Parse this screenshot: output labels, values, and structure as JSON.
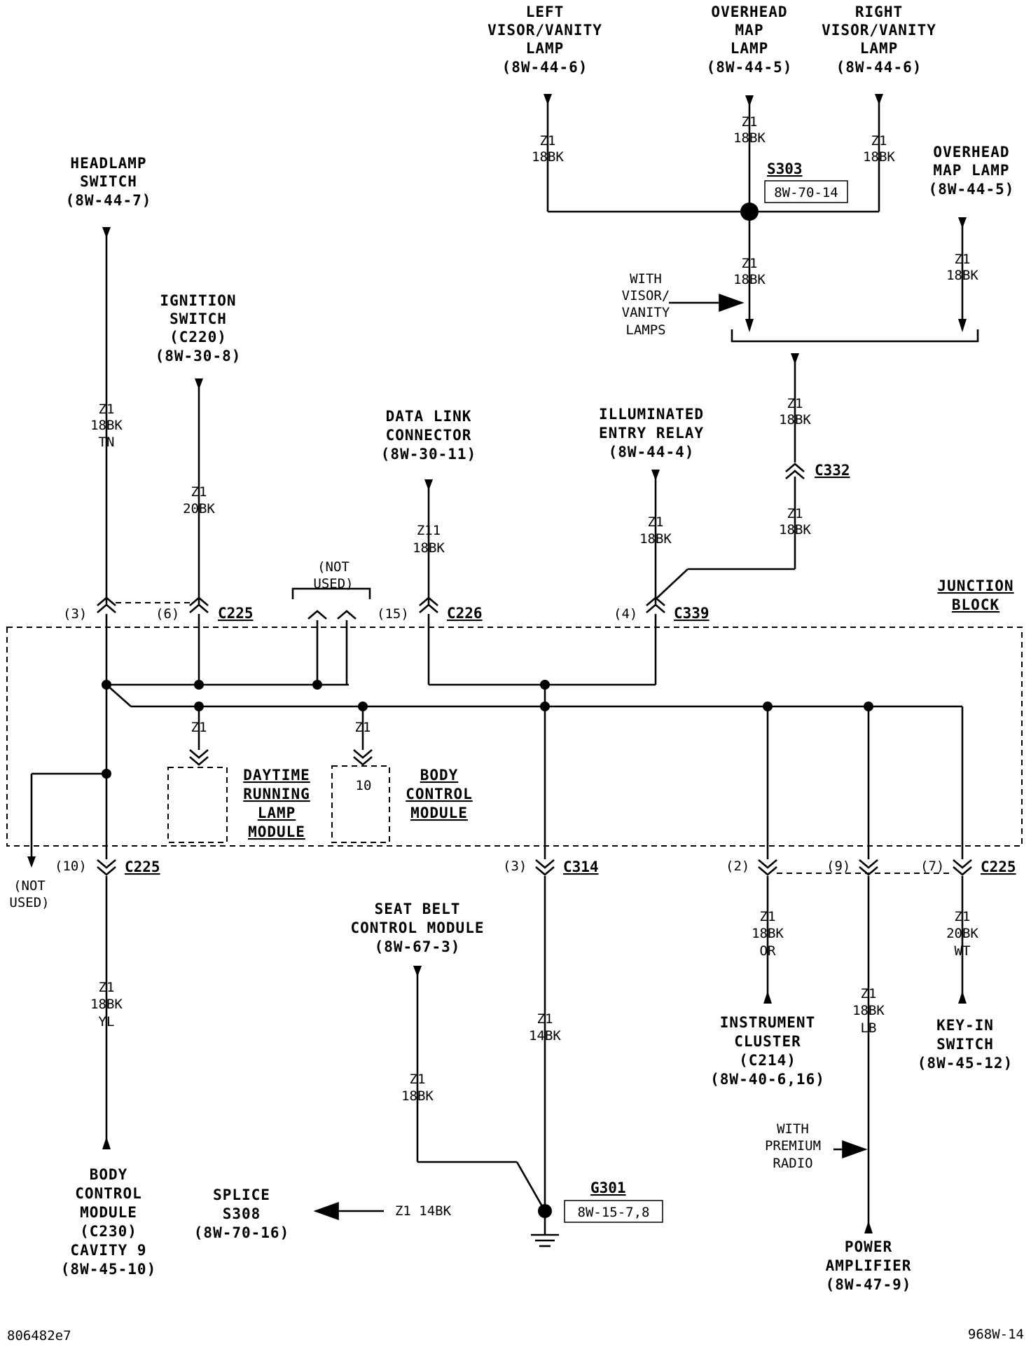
{
  "components": {
    "left_visor": [
      "LEFT",
      "VISOR/VANITY",
      "LAMP",
      "(8W-44-6)"
    ],
    "overhead_map_top": [
      "OVERHEAD",
      "MAP",
      "LAMP",
      "(8W-44-5)"
    ],
    "right_visor": [
      "RIGHT",
      "VISOR/VANITY",
      "LAMP",
      "(8W-44-6)"
    ],
    "overhead_map_right": [
      "OVERHEAD",
      "MAP LAMP",
      "(8W-44-5)"
    ],
    "headlamp_switch": [
      "HEADLAMP",
      "SWITCH",
      "(8W-44-7)"
    ],
    "ignition_switch": [
      "IGNITION",
      "SWITCH",
      "(C220)",
      "(8W-30-8)"
    ],
    "data_link": [
      "DATA LINK",
      "CONNECTOR",
      "(8W-30-11)"
    ],
    "illum_relay": [
      "ILLUMINATED",
      "ENTRY RELAY",
      "(8W-44-4)"
    ],
    "junction_block": [
      "JUNCTION",
      "BLOCK"
    ],
    "drl_module": [
      "DAYTIME",
      "RUNNING",
      "LAMP",
      "MODULE"
    ],
    "bcm_inner": [
      "BODY",
      "CONTROL",
      "MODULE"
    ],
    "bcm_inner_pin": "10",
    "seat_belt": [
      "SEAT BELT",
      "CONTROL MODULE",
      "(8W-67-3)"
    ],
    "instrument_cluster": [
      "INSTRUMENT",
      "CLUSTER",
      "(C214)",
      "(8W-40-6,16)"
    ],
    "key_in": [
      "KEY-IN",
      "SWITCH",
      "(8W-45-12)"
    ],
    "power_amp": [
      "POWER",
      "AMPLIFIER",
      "(8W-47-9)"
    ],
    "bcm_bottom": [
      "BODY",
      "CONTROL",
      "MODULE",
      "(C230)",
      "CAVITY 9",
      "(8W-45-10)"
    ],
    "splice": [
      "SPLICE",
      "S308",
      "(8W-70-16)"
    ]
  },
  "wires": {
    "left_visor": [
      "Z1",
      "18BK"
    ],
    "overhead_top": [
      "Z1",
      "18BK"
    ],
    "right_visor": [
      "Z1",
      "18BK"
    ],
    "s303_down": [
      "Z1",
      "18BK"
    ],
    "overhead_right": [
      "Z1",
      "18BK"
    ],
    "to_c332": [
      "Z1",
      "18BK"
    ],
    "c332_down": [
      "Z1",
      "18BK"
    ],
    "headlamp": [
      "Z1",
      "18BK",
      "TN"
    ],
    "ignition": [
      "Z1",
      "20BK"
    ],
    "data_link": [
      "Z11",
      "18BK"
    ],
    "illum_relay": [
      "Z1",
      "18BK"
    ],
    "drl": "Z1",
    "bcm_inner": "Z1",
    "bcm_bottom": [
      "Z1",
      "18BK",
      "YL"
    ],
    "seat_belt": [
      "Z1",
      "18BK"
    ],
    "ground": [
      "Z1",
      "14BK"
    ],
    "instrument": [
      "Z1",
      "18BK",
      "OR"
    ],
    "key_in": [
      "Z1",
      "20BK",
      "WT"
    ],
    "power_amp": [
      "Z1",
      "18BK",
      "LB"
    ],
    "splice": "Z1 14BK"
  },
  "connectors": {
    "c225": "C225",
    "c226": "C226",
    "c339": "C339",
    "c332": "C332",
    "c314": "C314",
    "c225_bl": "C225",
    "c225_br": "C225"
  },
  "pins": {
    "p3": "(3)",
    "p6": "(6)",
    "p15": "(15)",
    "p4": "(4)",
    "p10": "(10)",
    "p3b": "(3)",
    "p2": "(2)",
    "p9": "(9)",
    "p7": "(7)"
  },
  "splices": {
    "s303": "S303",
    "s303_ref": "8W-70-14",
    "g301": "G301",
    "g301_ref": "8W-15-7,8"
  },
  "notes": {
    "not_used_top": [
      "(NOT",
      "USED)"
    ],
    "not_used_left": [
      "(NOT",
      "USED)"
    ],
    "with_visor": [
      "WITH",
      "VISOR/",
      "VANITY",
      "LAMPS"
    ],
    "with_premium": [
      "WITH",
      "PREMIUM",
      "RADIO"
    ]
  },
  "footer": {
    "left_code": "806482e7",
    "right_code": "968W-14"
  }
}
